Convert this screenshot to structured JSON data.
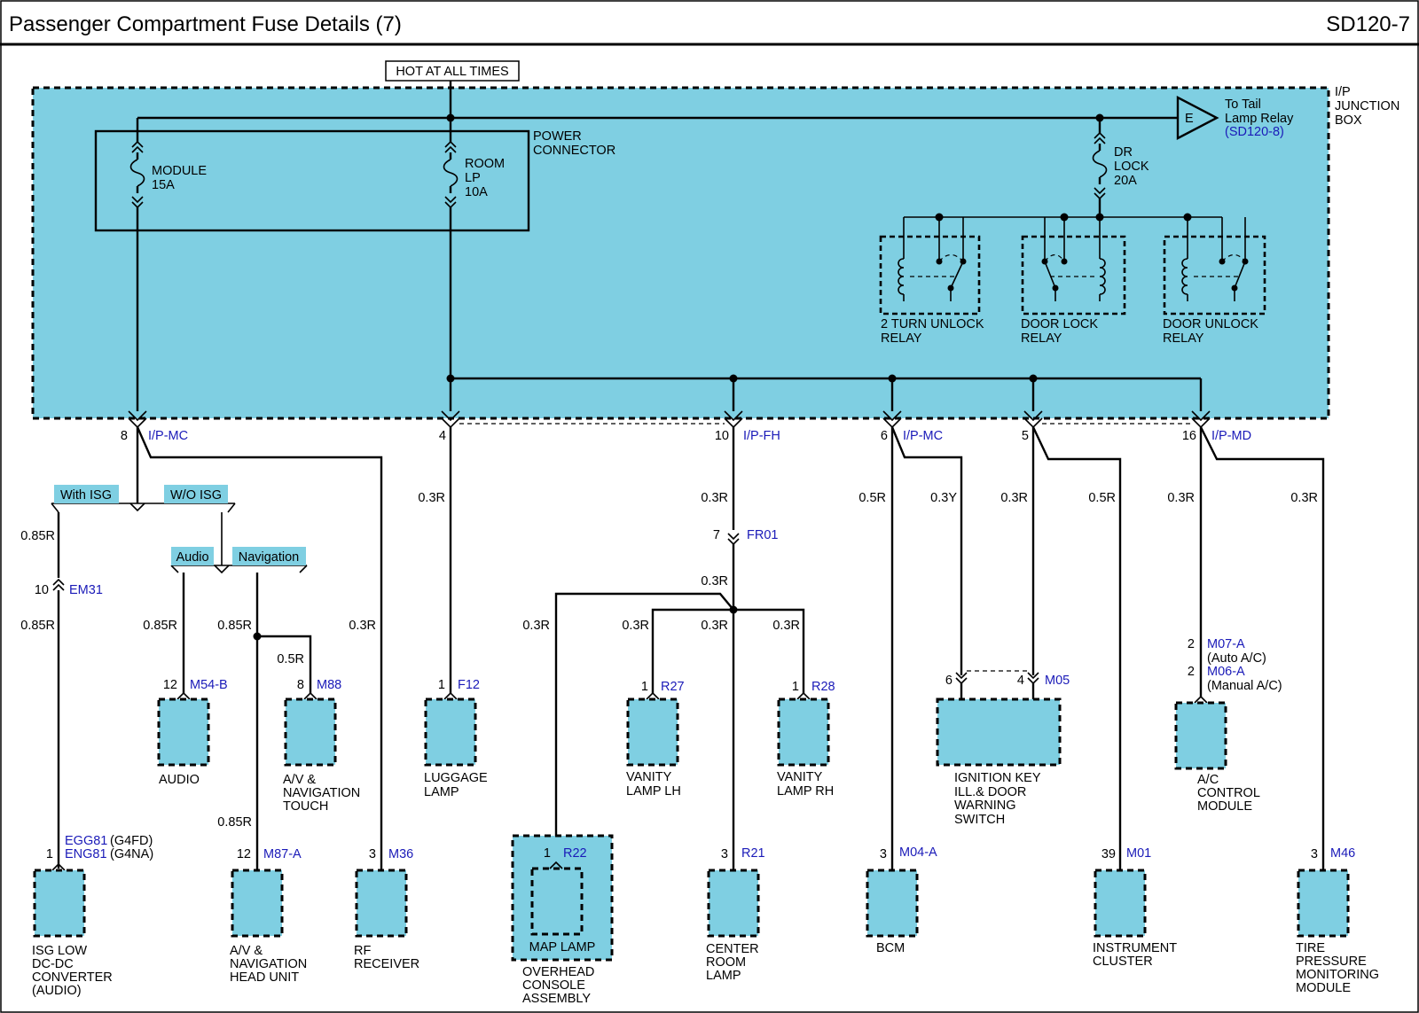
{
  "header": {
    "title": "Passenger Compartment Fuse Details (7)",
    "code": "SD120-7"
  },
  "junction_box": {
    "label_lines": [
      "I/P",
      "JUNCTION",
      "BOX"
    ],
    "hot_label": "HOT AT ALL TIMES",
    "power_connector_lines": [
      "POWER",
      "CONNECTOR"
    ],
    "fuses": [
      {
        "lines": [
          "MODULE",
          "15A"
        ]
      },
      {
        "lines": [
          "ROOM",
          "LP",
          "10A"
        ]
      },
      {
        "lines": [
          "DR",
          "LOCK",
          "20A"
        ]
      }
    ],
    "tail_connector": {
      "letter": "E",
      "lines": [
        "To Tail",
        "Lamp Relay"
      ],
      "ref": "(SD120-8)"
    },
    "relays": [
      {
        "lines": [
          "2 TURN UNLOCK",
          "RELAY"
        ]
      },
      {
        "lines": [
          "DOOR LOCK",
          "RELAY"
        ]
      },
      {
        "lines": [
          "DOOR UNLOCK",
          "RELAY"
        ]
      }
    ]
  },
  "terminals": [
    {
      "pin": "8",
      "conn": "I/P-MC"
    },
    {
      "pin": "4",
      "conn": ""
    },
    {
      "pin": "10",
      "conn": "I/P-FH"
    },
    {
      "pin": "6",
      "conn": "I/P-MC"
    },
    {
      "pin": "5",
      "conn": ""
    },
    {
      "pin": "16",
      "conn": "I/P-MD"
    }
  ],
  "option_tags": [
    "With ISG",
    "W/O ISG",
    "Audio",
    "Navigation"
  ],
  "wire_labels": {
    "w085a": "0.85R",
    "w085b": "0.85R",
    "w085c": "0.85R",
    "w085d": "0.85R",
    "w085e": "0.85R",
    "w05a": "0.5R",
    "w03rf": "0.3R",
    "w03lug": "0.3R",
    "w03fh": "0.3R",
    "w03fr": "0.3R",
    "w03map": "0.3R",
    "w03vl": "0.3R",
    "w03cr": "0.3R",
    "w03vr": "0.3R",
    "w05bcm": "0.5R",
    "w03y": "0.3Y",
    "w03r5": "0.3R",
    "w05ic": "0.5R",
    "w03ac": "0.3R",
    "w03tp": "0.3R"
  },
  "inline_connectors": [
    {
      "pin": "10",
      "conn": "EM31"
    },
    {
      "pin": "7",
      "conn": "FR01"
    }
  ],
  "components": [
    {
      "id": "isg",
      "pin": "1",
      "conns": [
        "EGG81",
        "ENG81"
      ],
      "notes": [
        "(G4FD)",
        "(G4NA)"
      ],
      "lines": [
        "ISG LOW",
        "DC-DC",
        "CONVERTER",
        "(AUDIO)"
      ]
    },
    {
      "id": "audio",
      "pin": "12",
      "conn": "M54-B",
      "lines": [
        "AUDIO"
      ]
    },
    {
      "id": "avtouch",
      "pin": "8",
      "conn": "M88",
      "lines": [
        "A/V &",
        "NAVIGATION",
        "TOUCH"
      ]
    },
    {
      "id": "avhead",
      "pin": "12",
      "conn": "M87-A",
      "lines": [
        "A/V &",
        "NAVIGATION",
        "HEAD UNIT"
      ]
    },
    {
      "id": "rf",
      "pin": "3",
      "conn": "M36",
      "lines": [
        "RF",
        "RECEIVER"
      ]
    },
    {
      "id": "luggage",
      "pin": "1",
      "conn": "F12",
      "lines": [
        "LUGGAGE",
        "LAMP"
      ]
    },
    {
      "id": "overhead",
      "pin": "1",
      "conn": "R22",
      "inner": "MAP LAMP",
      "lines": [
        "OVERHEAD",
        "CONSOLE",
        "ASSEMBLY"
      ]
    },
    {
      "id": "vanlh",
      "pin": "1",
      "conn": "R27",
      "lines": [
        "VANITY",
        "LAMP LH"
      ]
    },
    {
      "id": "center",
      "pin": "3",
      "conn": "R21",
      "lines": [
        "CENTER",
        "ROOM",
        "LAMP"
      ]
    },
    {
      "id": "vanrh",
      "pin": "1",
      "conn": "R28",
      "lines": [
        "VANITY",
        "LAMP RH"
      ]
    },
    {
      "id": "bcm",
      "pin": "3",
      "conn": "M04-A",
      "lines": [
        "BCM"
      ]
    },
    {
      "id": "ignkey",
      "pins": [
        "6",
        "4"
      ],
      "conn": "M05",
      "lines": [
        "IGNITION KEY",
        "ILL.& DOOR",
        "WARNING",
        "SWITCH"
      ]
    },
    {
      "id": "ic",
      "pin": "39",
      "conn": "M01",
      "lines": [
        "INSTRUMENT",
        "CLUSTER"
      ]
    },
    {
      "id": "ac",
      "pins": [
        "2",
        "2"
      ],
      "conns": [
        "M07-A",
        "M06-A"
      ],
      "notes": [
        "(Auto A/C)",
        "(Manual A/C)"
      ],
      "lines": [
        "A/C",
        "CONTROL",
        "MODULE"
      ]
    },
    {
      "id": "tpms",
      "pin": "3",
      "conn": "M46",
      "lines": [
        "TIRE",
        "PRESSURE",
        "MONITORING",
        "MODULE"
      ]
    }
  ],
  "colors": {
    "fill": "#7fcfe2",
    "ref_text": "#1a1ab8",
    "line": "#000000"
  }
}
